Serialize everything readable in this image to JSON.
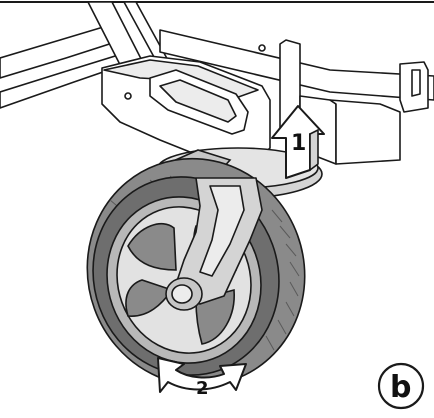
{
  "figure": {
    "step_1_label": "1",
    "step_2_label": "2",
    "panel_label": "b"
  },
  "icons": {
    "lift_arrow": "arrow-up-icon",
    "rotate_arrow": "rotate-arrow-icon"
  },
  "colors": {
    "line": "#1a1a1a",
    "wheel_tread": "#8a8a8a",
    "wheel_dark": "#6e6e6e",
    "plastic": "#d4d4d4",
    "plastic_light": "#ececec",
    "frame_fill": "#ffffff",
    "arrow_fill": "#ffffff"
  }
}
